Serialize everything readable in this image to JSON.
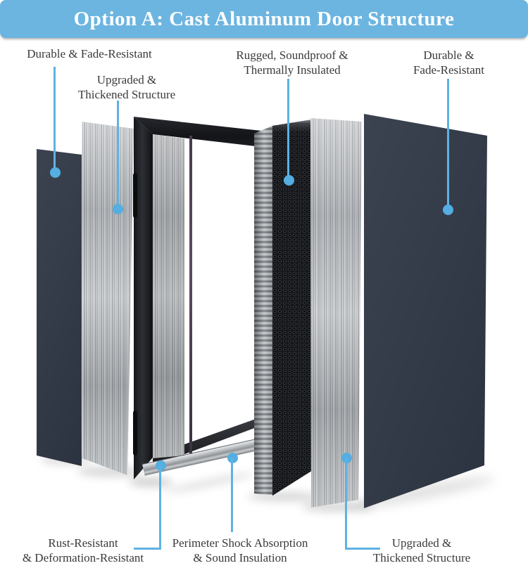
{
  "title": "Option A: Cast Aluminum Door Structure",
  "colors": {
    "title_bar": "#6cb5e0",
    "leader_line": "#5fb2e2",
    "leader_dot": "#54aee2",
    "label_text": "#3a3a3a",
    "dark_panel": "#353c49"
  },
  "callouts": {
    "top": [
      {
        "text": "Durable & Fade-Resistant"
      },
      {
        "line1": "Upgraded &",
        "line2": "Thickened Structure"
      },
      {
        "line1": "Rugged, Soundproof &",
        "line2": "Thermally Insulated"
      },
      {
        "line1": "Durable &",
        "line2": "Fade-Resistant"
      }
    ],
    "bottom": [
      {
        "line1": "Rust-Resistant",
        "line2": "& Deformation-Resistant"
      },
      {
        "line1": "Perimeter Shock Absorption",
        "line2": "& Sound Insulation"
      },
      {
        "line1": "Upgraded &",
        "line2": "Thickened Structure"
      }
    ]
  }
}
